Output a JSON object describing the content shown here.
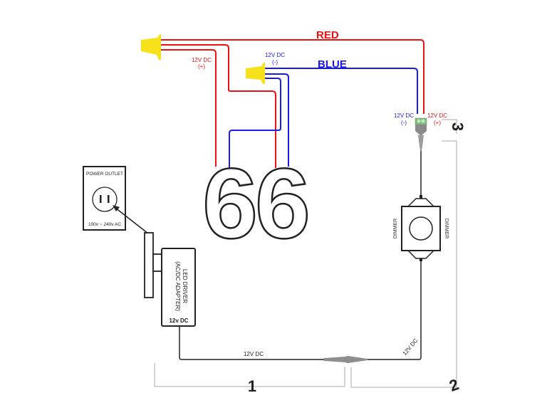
{
  "diagram": {
    "title": "LED number sign wiring diagram",
    "wires": {
      "red_label": "RED",
      "blue_label": "BLUE",
      "red_color": "#ee1111",
      "blue_color": "#1a1aee",
      "connector_color": "#f6e11a"
    },
    "labels": {
      "red_connector_voltage": "12V DC",
      "red_connector_polarity": "(+)",
      "blue_connector_voltage": "12V DC",
      "blue_connector_polarity": "(-)",
      "terminal_neg_voltage": "12V DC",
      "terminal_neg_polarity": "(-)",
      "terminal_pos_voltage": "12V DC",
      "terminal_pos_polarity": "(+)"
    },
    "sign": {
      "digits": "66"
    },
    "power_outlet": {
      "title": "POWER OUTLET",
      "rating": "100v ~ 240v AC"
    },
    "led_driver": {
      "line1": "LED DRIVER",
      "line2": "(AC/DC ADAPTER)",
      "output": "12v DC"
    },
    "dimmer": {
      "label_left": "DIMMER",
      "label_right": "DIMMER"
    },
    "cables": {
      "bottom_label": "12V DC",
      "riser_label": "12V DC"
    },
    "steps": {
      "one": "1",
      "two": "2",
      "three": "3"
    }
  }
}
